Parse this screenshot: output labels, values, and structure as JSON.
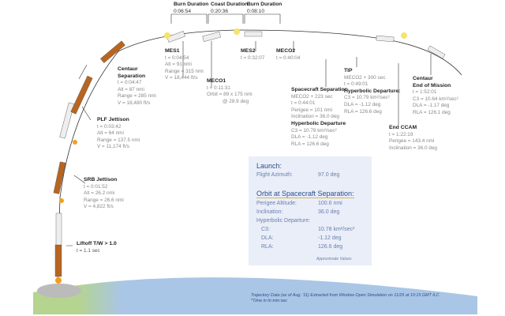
{
  "durations": [
    {
      "label": "Burn Duration",
      "value": "0:06:54"
    },
    {
      "label": "Coast Duration",
      "value": "0:20:36"
    },
    {
      "label": "Burn Duration",
      "value": "0:08:10"
    }
  ],
  "events": {
    "mes1": {
      "title": "MES1",
      "lines": [
        "t = 0:04:54",
        "Alt = 91 nmi",
        "Range = 315 nmi",
        "V = 18,444 ft/s"
      ]
    },
    "meco1": {
      "title": "MECO1",
      "lines": [
        "t = 0:11:31",
        "Orbit = 89 x 175 nmi",
        "@ 28.9 deg"
      ]
    },
    "mes2": {
      "title": "MES2",
      "lines": [
        "t = 0:32:07"
      ]
    },
    "meco2": {
      "title": "MECO2",
      "lines": [
        "t = 0:40:04"
      ]
    },
    "sep": {
      "title": "Spacecraft Separation",
      "lines": [
        "MECO2 + 223 sec",
        "t = 0:44:01",
        "Perigee = 101 nmi",
        "Inclination = 36.0 deg"
      ],
      "sub": "Hyperbolic Departure",
      "sublines": [
        "C3 = 10.79 km²/sec²",
        "DLA = -1.12 deg",
        "RLA = 126.6 deg"
      ]
    },
    "tip": {
      "title": "TIP",
      "lines": [
        "MECO2 + 300 sec",
        "t = 0:49:01"
      ],
      "sub": "Hyperbolic Departure:",
      "sublines": [
        "C3 = 10.79 km²/sec²",
        "DLA = -1.12 deg",
        "RLA = 126.6 deg"
      ]
    },
    "eom": {
      "title": "Centaur",
      "title2": "End of Mission",
      "lines": [
        "t = 1:52:01",
        "C3 = 10.64 km²/sec²",
        "DLA = -1.17 deg",
        "RLA = 126.1 deg"
      ]
    },
    "ccam": {
      "title": "End CCAM",
      "lines": [
        "t = 1:22:19",
        "Perigee = 143.4 nmi",
        "Inclination = 36.0 deg"
      ]
    },
    "csep": {
      "title": "Centaur",
      "title2": "Separation",
      "lines": [
        "t = 0:04:47",
        "Alt = 87 nmi",
        "Range = 285 nmi",
        "V = 18,480 ft/s"
      ]
    },
    "plf": {
      "title": "PLF Jettison",
      "lines": [
        "t = 0:03:42",
        "Alt = 64 nmi",
        "Range = 137.5 nmi",
        "V = 11,174 ft/s"
      ]
    },
    "srb": {
      "title": "SRB Jettison",
      "lines": [
        "t = 0:01:52",
        "Alt = 26.2 nmi",
        "Range = 26.6 nmi",
        "V = 4,822 ft/s"
      ]
    },
    "liftoff": {
      "title": "Liftoff T/W > 1.0",
      "lines": [
        "t = 1.1 sec"
      ]
    }
  },
  "box": {
    "launch": "Launch:",
    "azimuth_label": "Flight Azimuth:",
    "azimuth": "97.0 deg",
    "orbit": "Orbit at Spacecraft Separation:",
    "rows": [
      [
        "Perigee Altitude:",
        "100.6 nmi"
      ],
      [
        "Inclination:",
        "36.0 deg"
      ],
      [
        "Hyperbolic Departure:",
        ""
      ],
      [
        "  C3:",
        "10.78 km²/sec²"
      ],
      [
        "  DLA:",
        "-1.12 deg"
      ],
      [
        "  RLA:",
        "126.6 deg"
      ]
    ],
    "note": "Approximate Values"
  },
  "footer": [
    "Trajectory Data (as of Aug. '11) Extracted from Window Open Simulation on 11/25 at 10:15 GMT ILC",
    "*Time in hr:min:sec"
  ],
  "colors": {
    "booster": "#b8651f",
    "earth_land": "#b5d48f",
    "earth_sea": "#a9c6e6",
    "box": "#e9eef8"
  }
}
